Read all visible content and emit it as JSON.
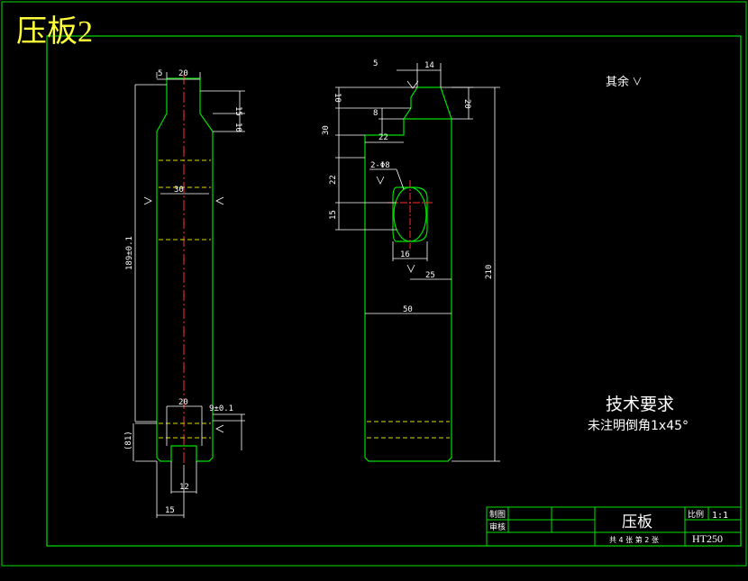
{
  "drawing_title": "压板2",
  "surface_note": "其余",
  "tech_req_title": "技术要求",
  "tech_req_body": "未注明倒角1x45°",
  "title_block": {
    "part_name": "压板",
    "drawn_label": "制图",
    "checked_label": "审核",
    "scale_label": "比例",
    "scale_value": "1:1",
    "sheet_info": "共 4 张 第 2 张",
    "material": "HT250"
  },
  "dims": {
    "d_5": "5",
    "d_20_top": "20",
    "d_15_right": "15",
    "d_10_right": "10",
    "d_189": "189±0.1",
    "d_30": "30",
    "d_20_bottom": "20",
    "d_9": "9±0.1",
    "d_81": "(81)",
    "d_12": "12",
    "d_15_bottom": "15",
    "d_5_side": "5",
    "d_14": "14",
    "d_10_side": "10",
    "d_8": "8",
    "d_30_side": "30",
    "d_22_h": "22",
    "d_20_side": "20",
    "d_2hole": "2-Φ8",
    "d_22_v": "22",
    "d_15_side": "15",
    "d_16": "16",
    "d_25": "25",
    "d_50": "50",
    "d_210": "210"
  },
  "colors": {
    "outline": "#00e000",
    "dimension": "#ffffff",
    "center_line": "#ff3030",
    "hidden_line": "#e0e000",
    "title_text": "#ffff3a"
  }
}
